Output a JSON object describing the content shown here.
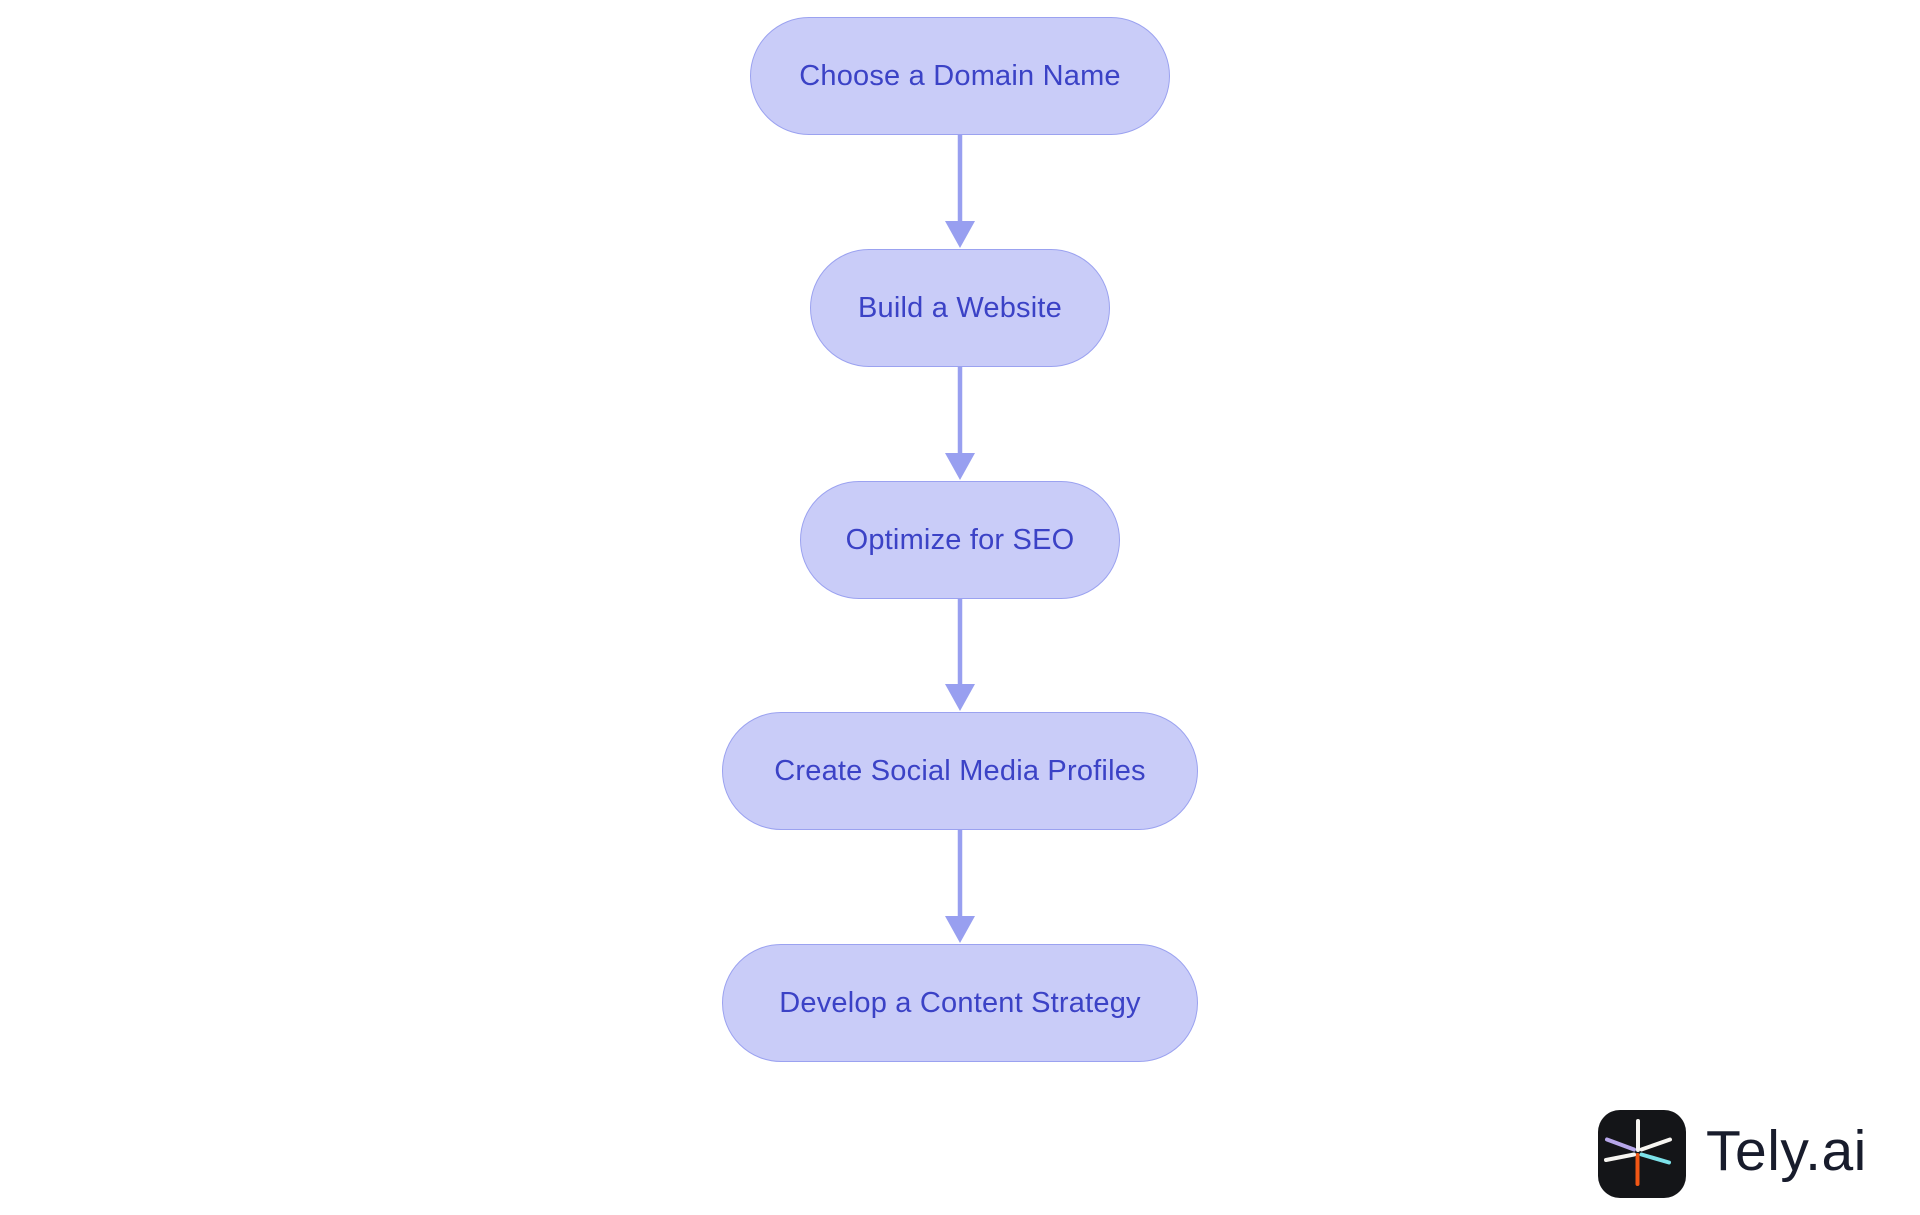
{
  "page": {
    "background": "#ffffff"
  },
  "flowchart": {
    "direction": "top-to-bottom",
    "colors": {
      "node_fill": "#c9ccf8",
      "node_border": "#9ba2f0",
      "node_text": "#3b42c6",
      "arrow": "#989ff0"
    },
    "nodes": [
      {
        "label": "Choose a Domain Name"
      },
      {
        "label": "Build a Website"
      },
      {
        "label": "Optimize for SEO"
      },
      {
        "label": "Create Social Media Profiles"
      },
      {
        "label": "Develop a Content Strategy"
      }
    ],
    "edges": [
      {
        "from": "Choose a Domain Name",
        "to": "Build a Website"
      },
      {
        "from": "Build a Website",
        "to": "Optimize for SEO"
      },
      {
        "from": "Optimize for SEO",
        "to": "Create Social Media Profiles"
      },
      {
        "from": "Create Social Media Profiles",
        "to": "Develop a Content Strategy"
      }
    ]
  },
  "branding": {
    "logo_text": "Tely.ai",
    "icon": {
      "name": "tely-asterisk-icon",
      "background": "#141518",
      "spoke_colors": {
        "up": "#f7f5f1",
        "down": "#f25715",
        "upper_left": "#b7a7ea",
        "lower_left": "#f7f5f1",
        "upper_right": "#f7f5f1",
        "lower_right": "#7de2ea"
      }
    },
    "text_color": "#181c2c"
  }
}
